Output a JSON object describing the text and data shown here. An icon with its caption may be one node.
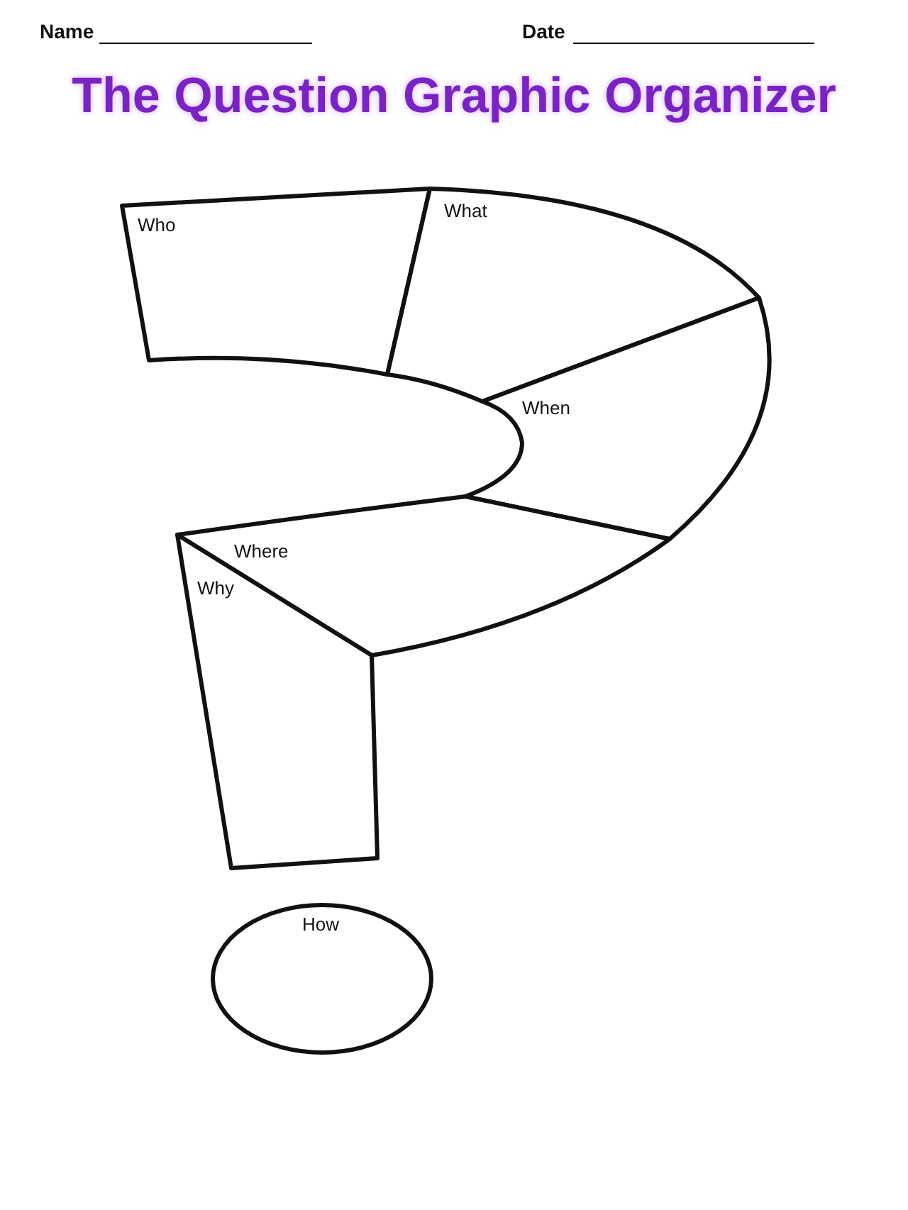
{
  "diagram": {
    "title": "The Question Graphic Organizer",
    "nodes": [
      {
        "text": [
          "Who"
        ]
      },
      {
        "text": [
          "What"
        ]
      },
      {
        "text": [
          "When"
        ]
      },
      {
        "text": [
          "Where"
        ]
      },
      {
        "text": [
          "Why"
        ]
      },
      {
        "text": [
          "How"
        ]
      }
    ],
    "labels": [
      "Name",
      "Date"
    ]
  }
}
